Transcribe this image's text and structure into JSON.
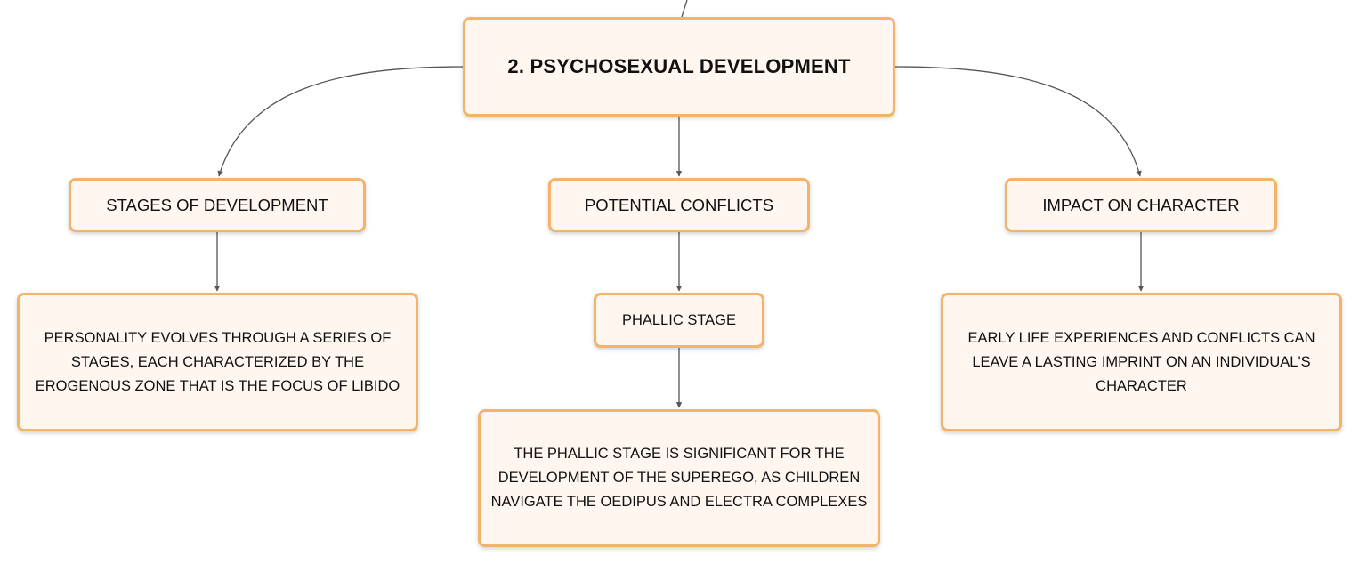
{
  "diagram": {
    "root": {
      "label": "2. PSYCHOSEXUAL DEVELOPMENT"
    },
    "branches": [
      {
        "label": "STAGES OF DEVELOPMENT",
        "detail": "PERSONALITY EVOLVES THROUGH A SERIES OF STAGES, EACH CHARACTERIZED BY THE EROGENOUS ZONE THAT IS THE FOCUS OF LIBIDO"
      },
      {
        "label": "POTENTIAL CONFLICTS",
        "sub": {
          "label": "PHALLIC STAGE",
          "detail": "THE PHALLIC STAGE IS SIGNIFICANT FOR THE DEVELOPMENT OF THE SUPEREGO, AS CHILDREN NAVIGATE THE OEDIPUS AND ELECTRA COMPLEXES"
        }
      },
      {
        "label": "IMPACT ON CHARACTER",
        "detail": "EARLY LIFE EXPERIENCES AND CONFLICTS CAN LEAVE A LASTING IMPRINT ON AN INDIVIDUAL'S CHARACTER"
      }
    ]
  },
  "colors": {
    "node_border": "#f1b46a",
    "node_fill": "#fff7ef",
    "connector": "#555555"
  }
}
